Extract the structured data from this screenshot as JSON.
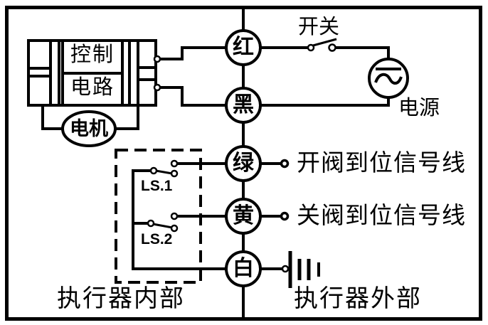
{
  "colors": {
    "line": "#000000",
    "background": "#ffffff"
  },
  "actuator": {
    "control_circuit": {
      "line1": "控制",
      "line2": "电路"
    },
    "motor": "电机"
  },
  "terminals": {
    "red": "红",
    "black": "黑",
    "green": "绿",
    "yellow": "黄",
    "white": "白"
  },
  "power": {
    "switch": "开关",
    "source": "电源"
  },
  "limit_switches": {
    "ls1": "LS.1",
    "ls2": "LS.2"
  },
  "signal_lines": {
    "open_valve": "开阀到位信号线",
    "close_valve": "关阀到位信号线"
  },
  "regions": {
    "inside": "执行器内部",
    "outside": "执行器外部"
  }
}
